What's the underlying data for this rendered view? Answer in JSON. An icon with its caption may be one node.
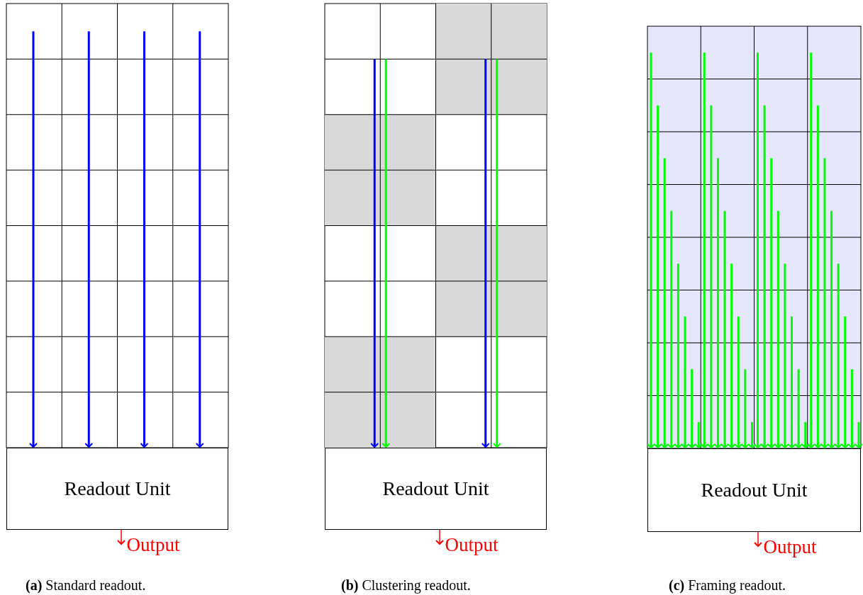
{
  "diagram": {
    "nodes": [
      {
        "text": [
          "Readout Unit"
        ]
      },
      {
        "text": [
          "Output"
        ]
      },
      {
        "text": [
          "Readout Unit"
        ]
      },
      {
        "text": [
          "Output"
        ]
      },
      {
        "text": [
          "Readout Unit"
        ]
      },
      {
        "text": [
          "Output"
        ]
      }
    ],
    "edges": [
      {
        "from": null,
        "to": 0,
        "arrow": "to",
        "color": "#0000ff"
      },
      {
        "from": null,
        "to": 0,
        "arrow": "to",
        "color": "#0000ff"
      },
      {
        "from": null,
        "to": 0,
        "arrow": "to",
        "color": "#0000ff"
      },
      {
        "from": null,
        "to": 0,
        "arrow": "to",
        "color": "#0000ff"
      },
      {
        "from": 0,
        "to": 1,
        "arrow": "to",
        "color": "#ff0000"
      },
      {
        "from": null,
        "to": 2,
        "arrow": "to",
        "color": "#0000ff"
      },
      {
        "from": null,
        "to": 2,
        "arrow": "to",
        "color": "#00ff00"
      },
      {
        "from": null,
        "to": 2,
        "arrow": "to",
        "color": "#0000ff"
      },
      {
        "from": null,
        "to": 2,
        "arrow": "to",
        "color": "#00ff00"
      },
      {
        "from": 2,
        "to": 3,
        "arrow": "to",
        "color": "#ff0000"
      },
      {
        "from": null,
        "to": 4,
        "arrow": "to",
        "color": "#00ff00"
      },
      {
        "from": null,
        "to": 4,
        "arrow": "to",
        "color": "#00ff00"
      },
      {
        "from": null,
        "to": 4,
        "arrow": "to",
        "color": "#00ff00"
      },
      {
        "from": null,
        "to": 4,
        "arrow": "to",
        "color": "#00ff00"
      },
      {
        "from": null,
        "to": 4,
        "arrow": "to",
        "color": "#00ff00"
      },
      {
        "from": null,
        "to": 4,
        "arrow": "to",
        "color": "#00ff00"
      },
      {
        "from": null,
        "to": 4,
        "arrow": "to",
        "color": "#00ff00"
      },
      {
        "from": null,
        "to": 4,
        "arrow": "to",
        "color": "#00ff00"
      },
      {
        "from": null,
        "to": 4,
        "arrow": "to",
        "color": "#00ff00"
      },
      {
        "from": null,
        "to": 4,
        "arrow": "to",
        "color": "#00ff00"
      },
      {
        "from": null,
        "to": 4,
        "arrow": "to",
        "color": "#00ff00"
      },
      {
        "from": null,
        "to": 4,
        "arrow": "to",
        "color": "#00ff00"
      },
      {
        "from": null,
        "to": 4,
        "arrow": "to",
        "color": "#00ff00"
      },
      {
        "from": null,
        "to": 4,
        "arrow": "to",
        "color": "#00ff00"
      },
      {
        "from": null,
        "to": 4,
        "arrow": "to",
        "color": "#00ff00"
      },
      {
        "from": null,
        "to": 4,
        "arrow": "to",
        "color": "#00ff00"
      },
      {
        "from": null,
        "to": 4,
        "arrow": "to",
        "color": "#00ff00"
      },
      {
        "from": null,
        "to": 4,
        "arrow": "to",
        "color": "#00ff00"
      },
      {
        "from": null,
        "to": 4,
        "arrow": "to",
        "color": "#00ff00"
      },
      {
        "from": null,
        "to": 4,
        "arrow": "to",
        "color": "#00ff00"
      },
      {
        "from": null,
        "to": 4,
        "arrow": "to",
        "color": "#00ff00"
      },
      {
        "from": null,
        "to": 4,
        "arrow": "to",
        "color": "#00ff00"
      },
      {
        "from": null,
        "to": 4,
        "arrow": "to",
        "color": "#00ff00"
      },
      {
        "from": null,
        "to": 4,
        "arrow": "to",
        "color": "#00ff00"
      },
      {
        "from": null,
        "to": 4,
        "arrow": "to",
        "color": "#00ff00"
      },
      {
        "from": null,
        "to": 4,
        "arrow": "to",
        "color": "#00ff00"
      },
      {
        "from": null,
        "to": 4,
        "arrow": "to",
        "color": "#00ff00"
      },
      {
        "from": null,
        "to": 4,
        "arrow": "to",
        "color": "#00ff00"
      },
      {
        "from": null,
        "to": 4,
        "arrow": "to",
        "color": "#00ff00"
      },
      {
        "from": null,
        "to": 4,
        "arrow": "to",
        "color": "#00ff00"
      },
      {
        "from": null,
        "to": 4,
        "arrow": "to",
        "color": "#00ff00"
      },
      {
        "from": null,
        "to": 4,
        "arrow": "to",
        "color": "#00ff00"
      },
      {
        "from": 4,
        "to": 5,
        "arrow": "to",
        "color": "#ff0000"
      }
    ],
    "labels": [
      "**(a)** Standard readout.",
      "**(b)** Clustering readout.",
      "**(c)** Framing readout."
    ]
  }
}
